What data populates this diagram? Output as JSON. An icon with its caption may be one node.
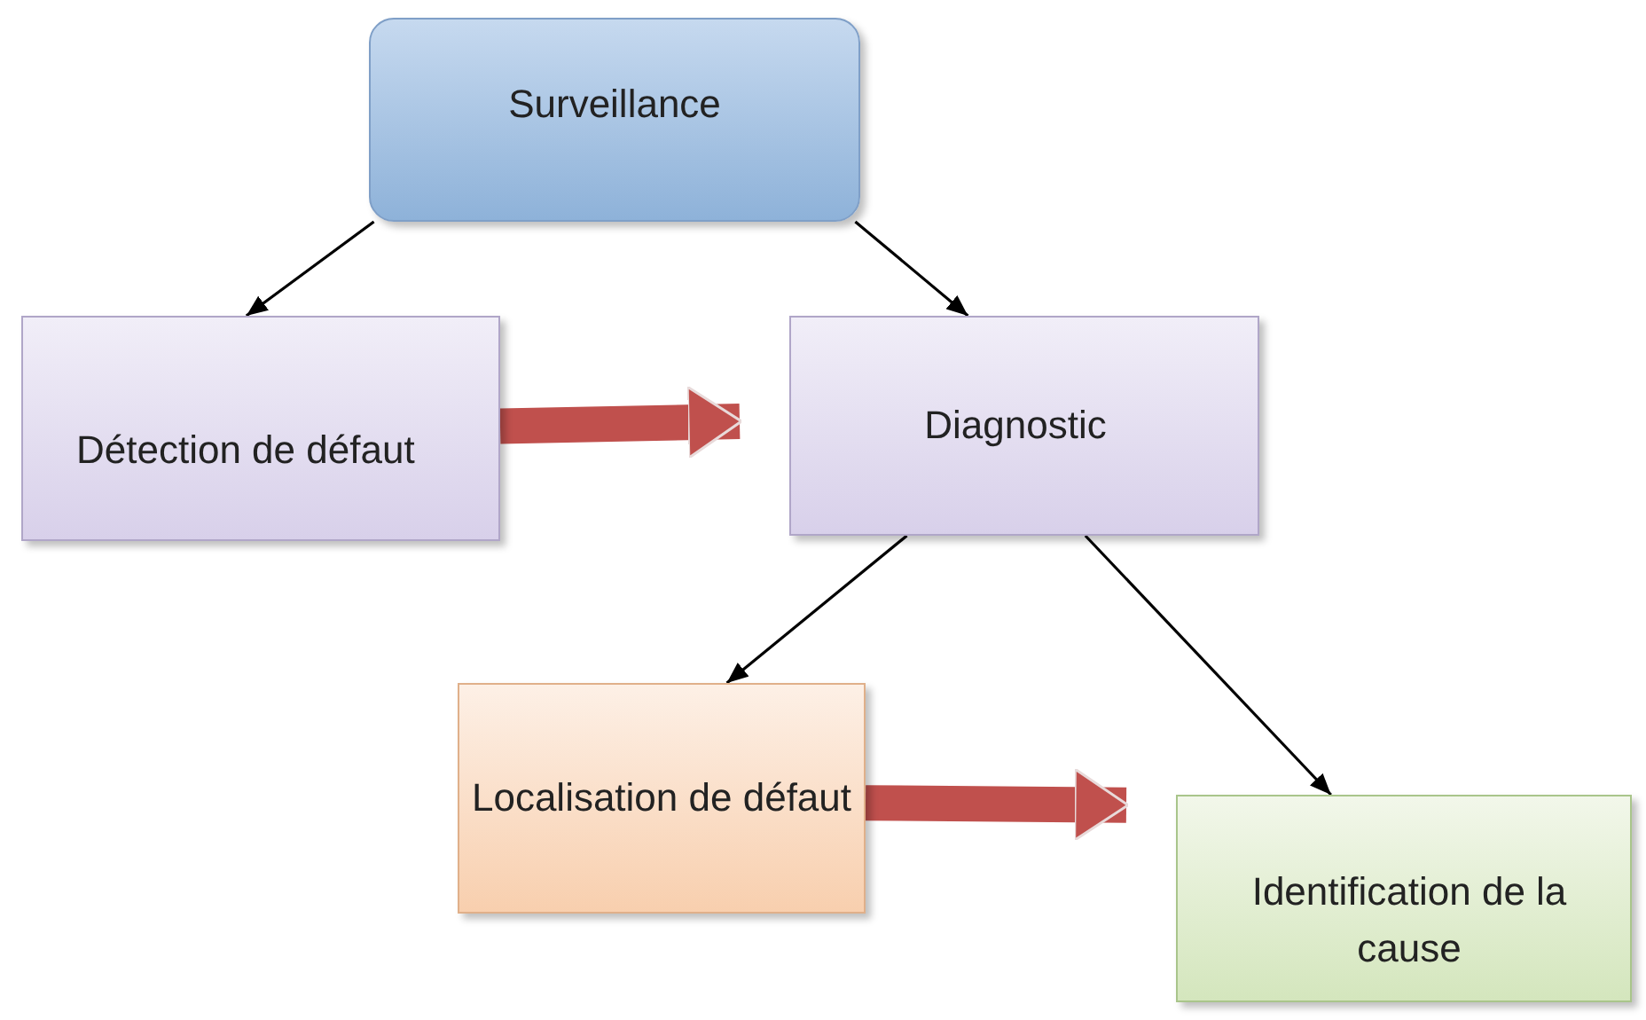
{
  "diagram": {
    "nodes": [
      {
        "text": [
          "Surveillance"
        ]
      },
      {
        "text": [
          "Détection de défaut"
        ]
      },
      {
        "text": [
          "Diagnostic"
        ]
      },
      {
        "text": [
          "Localisation de défaut"
        ]
      },
      {
        "text": [
          "Identification de la cause"
        ]
      }
    ],
    "edges": [
      {
        "from": 0,
        "to": 1,
        "arrow": "to"
      },
      {
        "from": 0,
        "to": 2,
        "arrow": "to"
      },
      {
        "from": 1,
        "to": 2,
        "arrow": "to",
        "style": "thick",
        "color": "#c0504d"
      },
      {
        "from": 2,
        "to": 3,
        "arrow": "to"
      },
      {
        "from": 2,
        "to": 4,
        "arrow": "to"
      },
      {
        "from": 3,
        "to": 4,
        "arrow": "to",
        "style": "thick",
        "color": "#c0504d"
      }
    ]
  }
}
